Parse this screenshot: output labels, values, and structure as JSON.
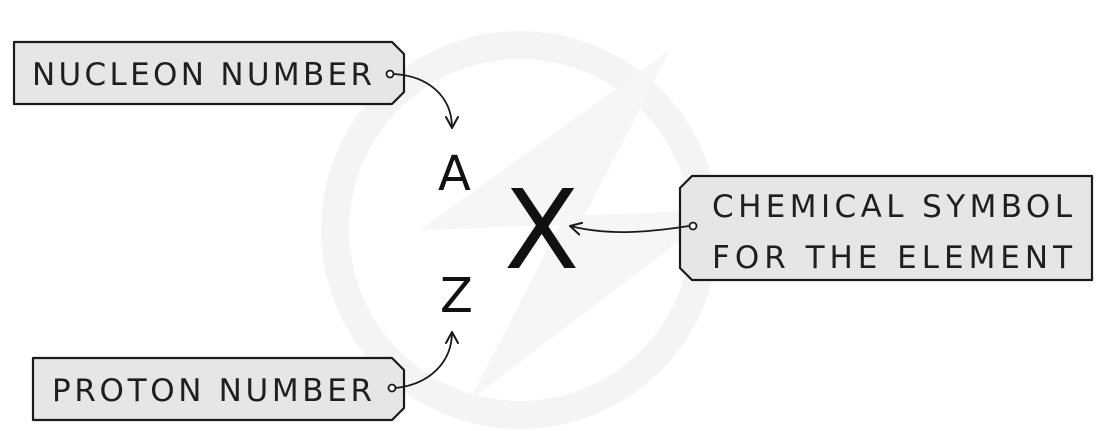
{
  "diagram": {
    "labels": {
      "nucleon_number": "NUCLEON NUMBER",
      "proton_number": "PROTON NUMBER",
      "chemical_symbol_line1": "CHEMICAL SYMBOL",
      "chemical_symbol_line2": "FOR THE ELEMENT"
    },
    "symbols": {
      "mass_number": "A",
      "atomic_number": "Z",
      "element": "X"
    },
    "colors": {
      "box_fill": "#e6e6e6",
      "box_stroke": "#1a1a1a",
      "text": "#1f1f1f",
      "watermark": "#f3f3f3"
    }
  }
}
